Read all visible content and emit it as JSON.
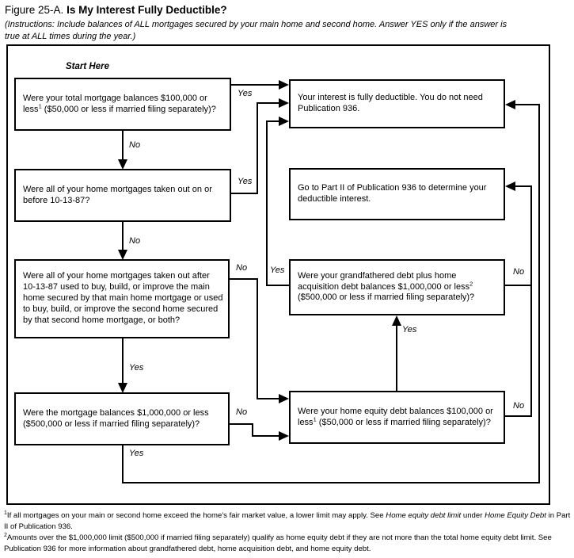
{
  "title": {
    "figure": "Figure 25-A.",
    "heading": "Is My Interest Fully Deductible?"
  },
  "instructions": "(Instructions: Include balances of ALL mortgages secured by your main home and second home. Answer YES only if the answer is true at ALL times during the year.)",
  "start_label": "Start Here",
  "labels": {
    "yes": "Yes",
    "no": "No"
  },
  "boxes": {
    "q1": {
      "t1": "Were your total mortgage balances $100,000 or less",
      "sup": "1",
      "t2": " ($50,000 or less if married filing separately)?"
    },
    "q2": {
      "text": "Were all of your home mortgages taken out on or before 10-13-87?"
    },
    "q3": {
      "text": "Were all of your home mortgages taken out after 10-13-87 used to buy, build, or improve the main home secured by that main home mortgage or used to buy, build, or improve the second home secured by that second home mortgage, or both?"
    },
    "q4": {
      "text": "Were the mortgage balances $1,000,000 or less ($500,000 or less if married filing separately)?"
    },
    "deductible": {
      "text": "Your interest is fully deductible. You do not need Publication 936."
    },
    "part2": {
      "text": "Go to Part II of Publication 936 to determine your deductible interest."
    },
    "grandfathered": {
      "t1": "Were your grandfathered debt plus home acquisition debt balances $1,000,000 or less",
      "sup": "2",
      "t2": " ($500,000 or less if married filing separately)?"
    },
    "equity": {
      "t1": "Were your home equity debt balances $100,000 or less",
      "sup": "1",
      "t2": " ($50,000 or less if married filing separately)?"
    }
  },
  "footnotes": {
    "f1": {
      "sup": "1",
      "t1": "If all mortgages on your main or second home exceed the home's fair market value, a lower limit may apply. See ",
      "i1": "Home equity debt limit",
      "t2": " under ",
      "i2": "Home Equity Debt",
      "t3": " in Part II of Publication 936."
    },
    "f2": {
      "sup": "2",
      "t1": "Amounts over the $1,000,000 limit ($500,000 if married filing separately) qualify as home equity debt if they are not more than the total home equity debt limit. See Publication 936 for more information about grandfathered debt, home acquisition debt, and home equity debt."
    }
  }
}
